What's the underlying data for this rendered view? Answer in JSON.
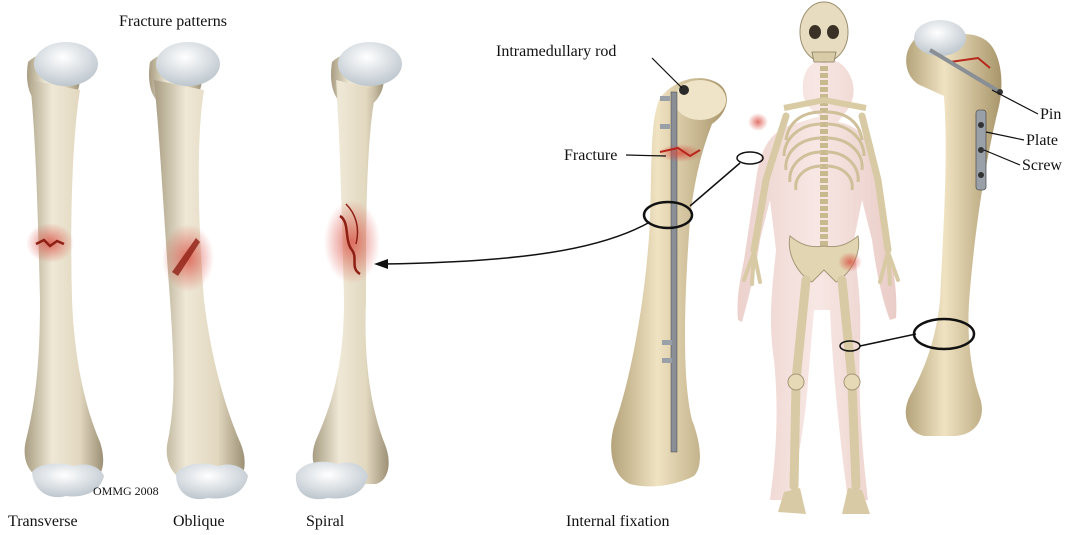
{
  "title": "Fracture patterns",
  "patterns": {
    "transverse": "Transverse",
    "oblique": "Oblique",
    "spiral": "Spiral"
  },
  "copyright": "OMMG 2008",
  "fixation": {
    "caption": "Internal fixation",
    "rod_label": "Intramedullary rod",
    "fracture_label": "Fracture",
    "pin_label": "Pin",
    "plate_label": "Plate",
    "screw_label": "Screw"
  },
  "colors": {
    "bone": "#e4dbc6",
    "bone_shade": "#b8ad93",
    "cartilage": "#eef2f5",
    "fracture": "#c0392b",
    "line": "#111111"
  }
}
